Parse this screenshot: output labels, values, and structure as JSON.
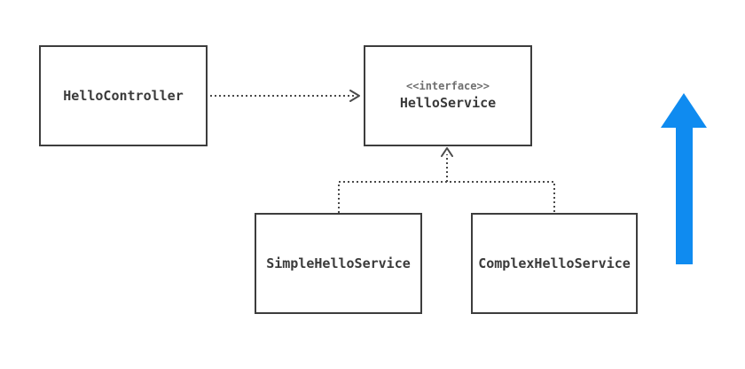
{
  "diagram": {
    "type": "uml-class-diagram",
    "nodes": [
      {
        "id": "hello-controller",
        "label": "HelloController"
      },
      {
        "id": "hello-service",
        "stereotype": "<<interface>>",
        "label": "HelloService"
      },
      {
        "id": "simple-hello-service",
        "label": "SimpleHelloService"
      },
      {
        "id": "complex-hello-service",
        "label": "ComplexHelloService"
      }
    ],
    "edges": [
      {
        "from": "hello-controller",
        "to": "hello-service",
        "kind": "dependency",
        "style": "dashed",
        "arrowhead": "open"
      },
      {
        "from": "simple-hello-service",
        "to": "hello-service",
        "kind": "realization",
        "style": "dashed",
        "arrowhead": "open"
      },
      {
        "from": "complex-hello-service",
        "to": "hello-service",
        "kind": "realization",
        "style": "dashed",
        "arrowhead": "open"
      }
    ],
    "icons": [
      {
        "name": "up-arrow-icon",
        "color": "#0f8bf0"
      }
    ],
    "colors": {
      "box_border": "#3d3d3d",
      "label_text": "#3a3a3a",
      "stereotype_text": "#6f6f6f",
      "connector": "#4a4a4a",
      "accent_blue": "#0f8bf0",
      "background": "#ffffff"
    }
  }
}
